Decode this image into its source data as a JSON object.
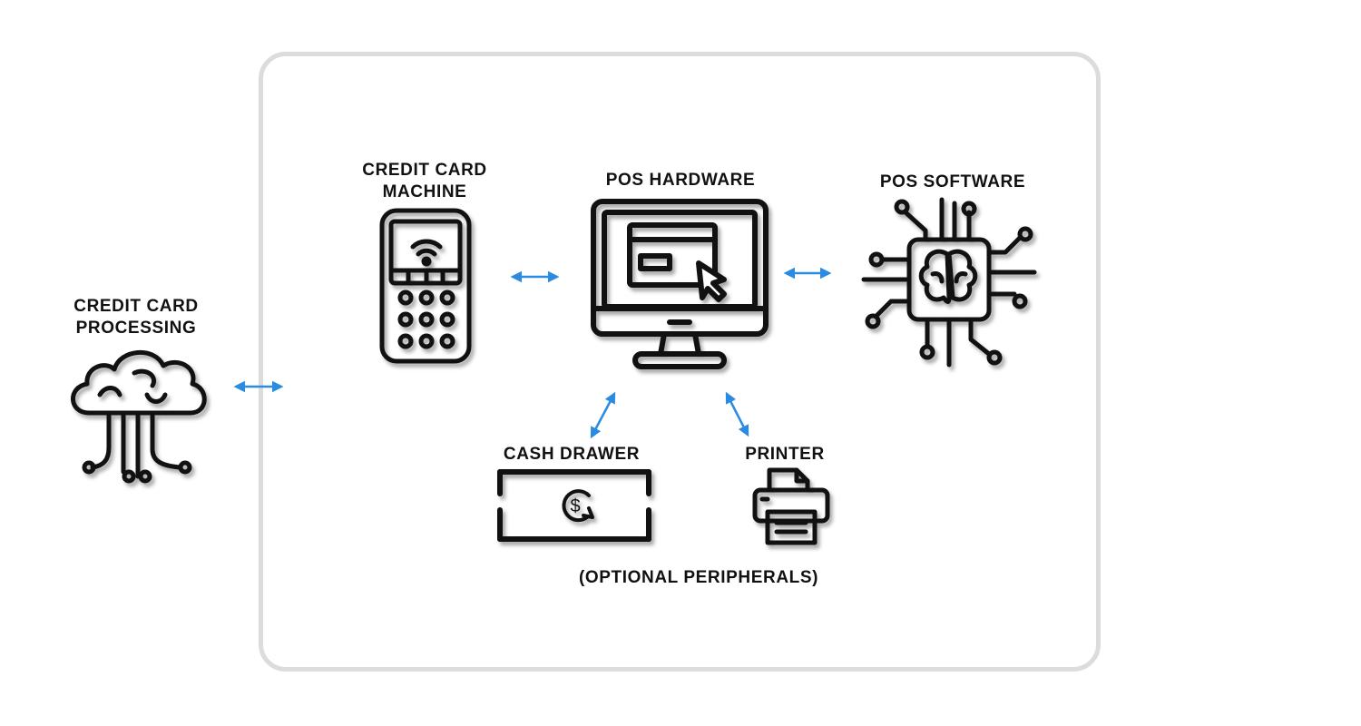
{
  "nodes": {
    "credit_card_processing": {
      "line1": "CREDIT CARD",
      "line2": "PROCESSING",
      "icon": "cloud-network-icon"
    },
    "credit_card_machine": {
      "line1": "CREDIT CARD",
      "line2": "MACHINE",
      "icon": "card-terminal-icon"
    },
    "pos_hardware": {
      "label": "POS HARDWARE",
      "icon": "monitor-icon"
    },
    "pos_software": {
      "label": "POS SOFTWARE",
      "icon": "chip-brain-icon"
    },
    "cash_drawer": {
      "label": "CASH DRAWER",
      "icon": "cash-drawer-icon"
    },
    "printer": {
      "label": "PRINTER",
      "icon": "printer-icon"
    }
  },
  "note": "(OPTIONAL PERIPHERALS)",
  "colors": {
    "arrow": "#2a8be0",
    "frame": "#dcdcdc",
    "ink": "#111111"
  }
}
